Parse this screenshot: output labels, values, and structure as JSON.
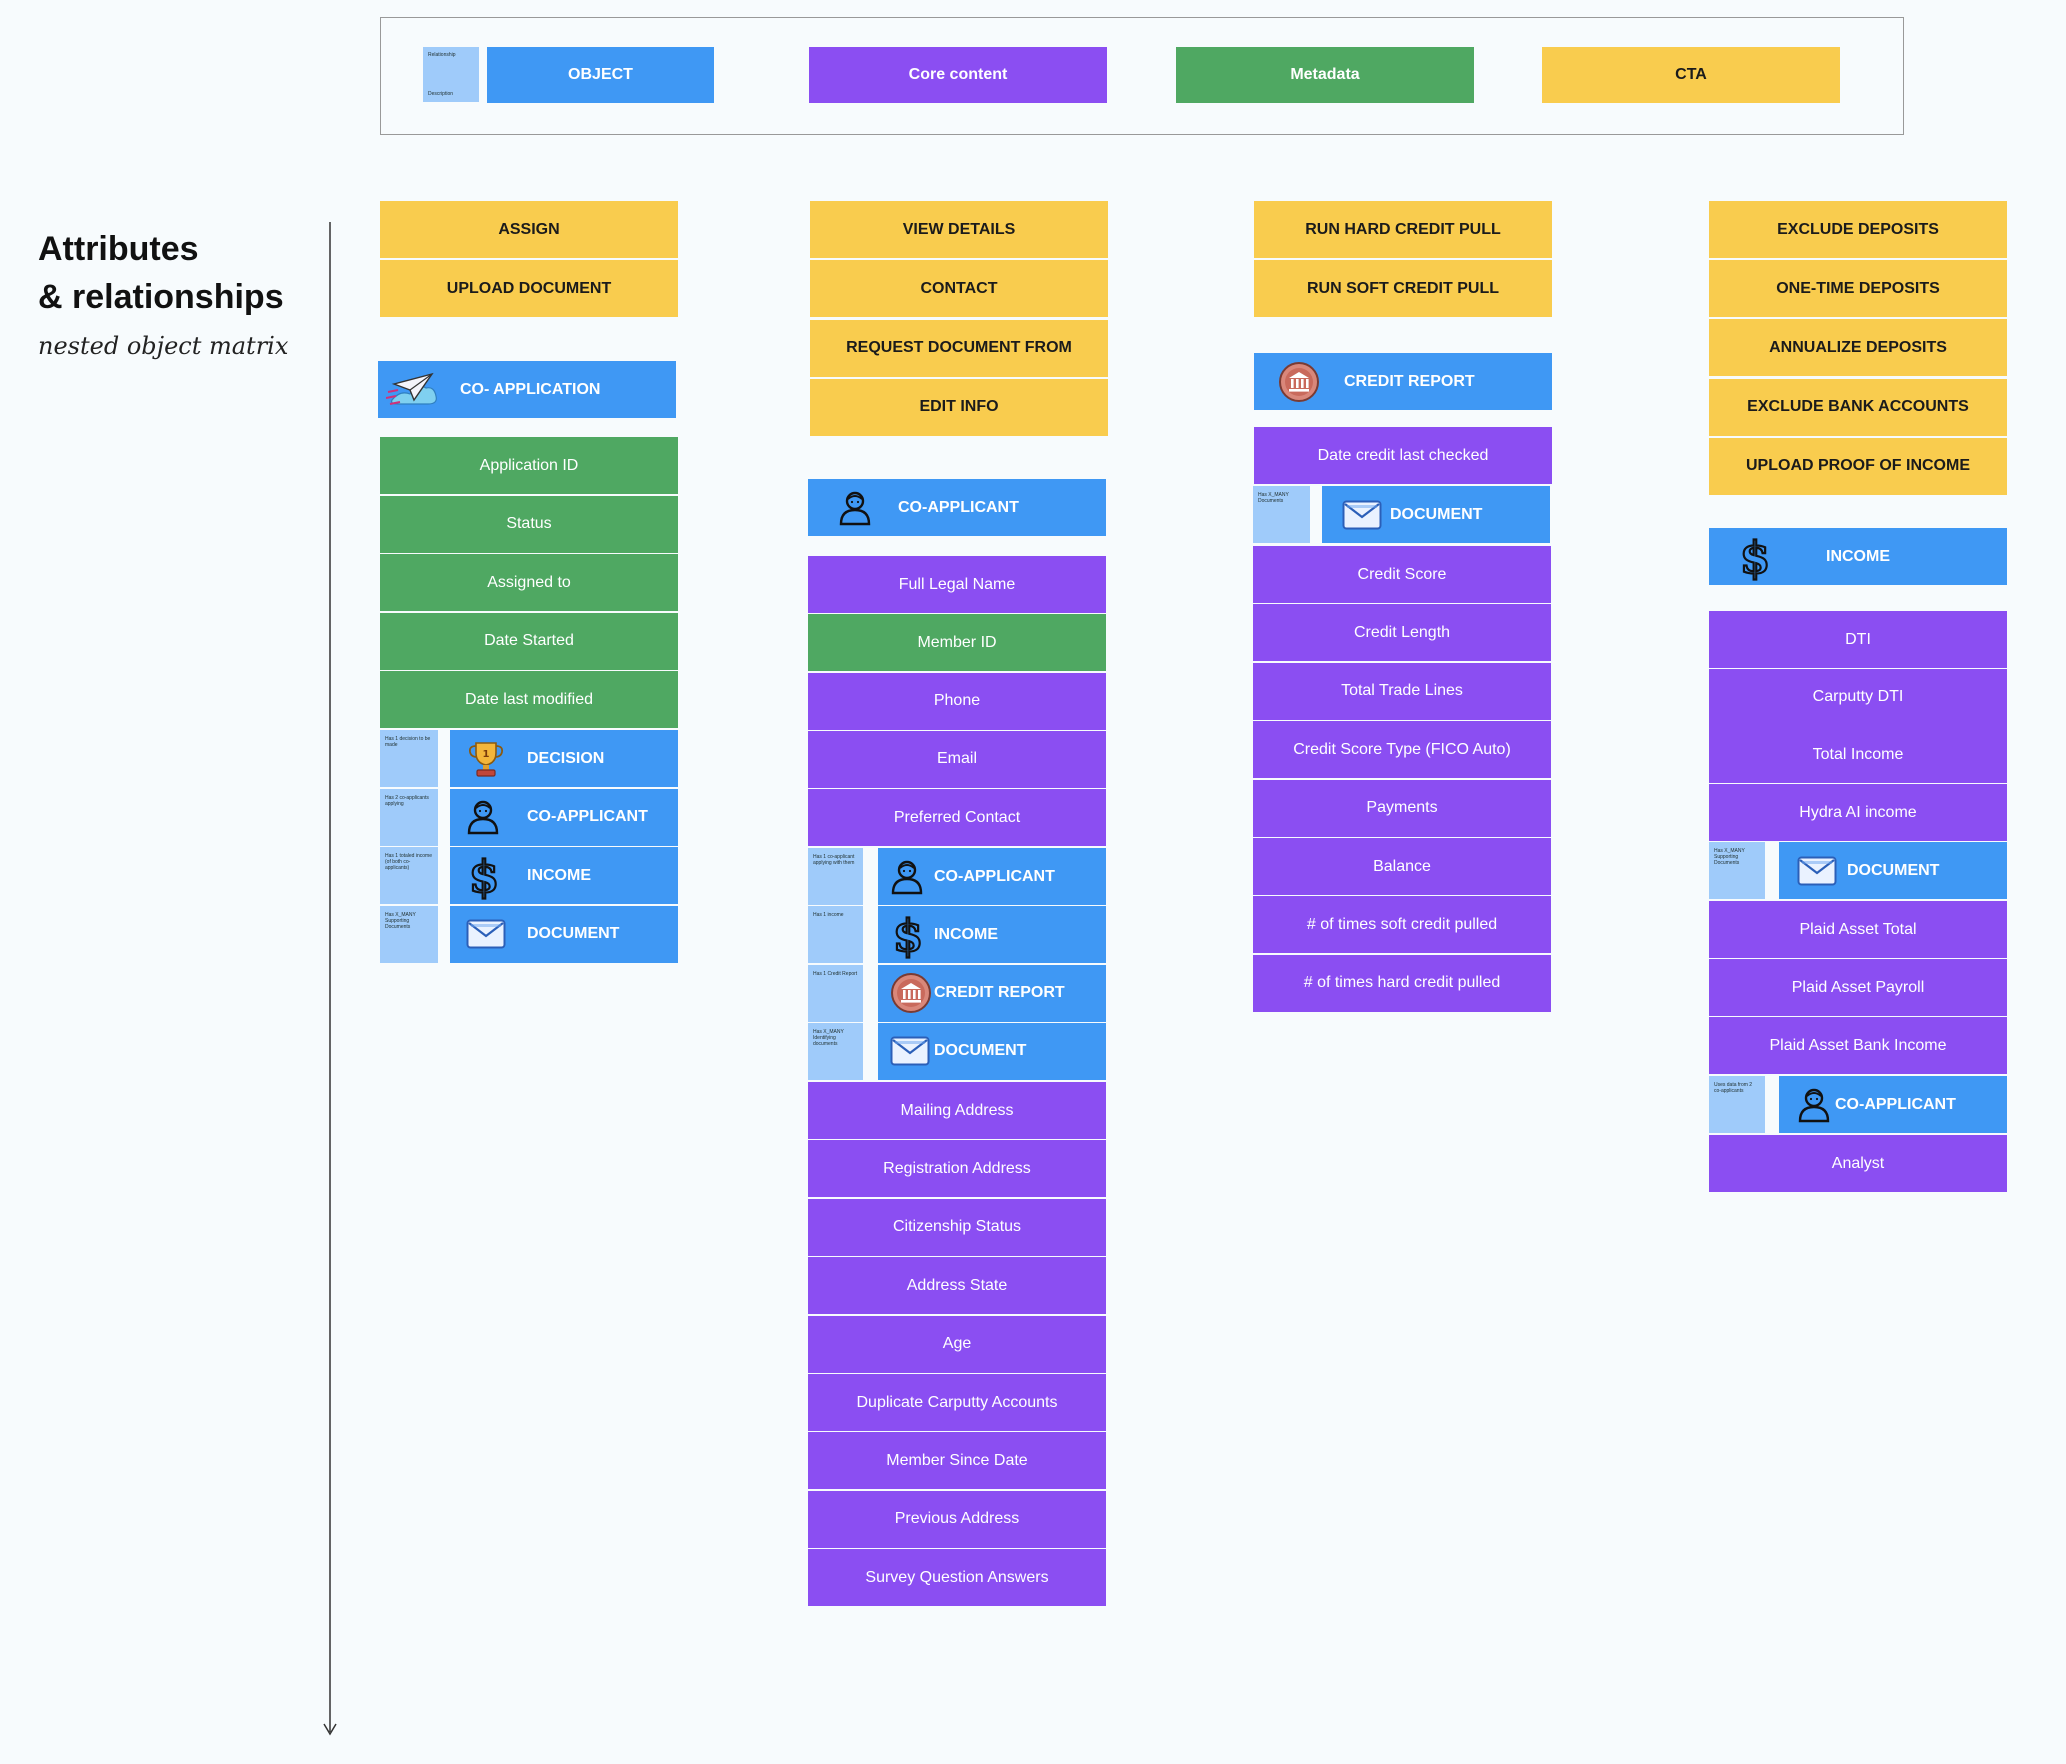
{
  "heading": {
    "line1": "Attributes",
    "line2": "& relationships",
    "subtitle": "nested object matrix"
  },
  "legend": {
    "relationship_label": "Relationship",
    "relationship_sub": "Description",
    "object": "OBJECT",
    "core": "Core content",
    "metadata": "Metadata",
    "cta": "CTA"
  },
  "colors": {
    "cta": "#f9cc4e",
    "object": "#3f98f4",
    "core": "#8b4ef2",
    "metadata": "#4fa862",
    "relationship": "#9fcbfa",
    "background": "#f7fbfd"
  },
  "col1": {
    "ctas": [
      "ASSIGN",
      "UPLOAD DOCUMENT"
    ],
    "object": {
      "label": "CO- APPLICATION",
      "icon": "paper-plane-icon"
    },
    "rows": [
      {
        "type": "meta",
        "label": "Application ID"
      },
      {
        "type": "meta",
        "label": "Status"
      },
      {
        "type": "meta",
        "label": "Assigned to"
      },
      {
        "type": "meta",
        "label": "Date Started"
      },
      {
        "type": "meta",
        "label": "Date last modified"
      }
    ],
    "relations": [
      {
        "note": "Has 1 decision to be made",
        "label": "DECISION",
        "icon": "trophy-icon"
      },
      {
        "note": "Has 2 co-applicants applying",
        "label": "CO-APPLICANT",
        "icon": "person-icon"
      },
      {
        "note": "Has 1 totaled income (of both co-applicants)",
        "label": "INCOME",
        "icon": "dollar-icon"
      },
      {
        "note": "Has X_MANY Supporting Documents",
        "label": "DOCUMENT",
        "icon": "envelope-icon"
      }
    ]
  },
  "col2": {
    "ctas": [
      "VIEW DETAILS",
      "CONTACT",
      "REQUEST DOCUMENT FROM",
      "EDIT INFO"
    ],
    "object": {
      "label": "CO-APPLICANT",
      "icon": "person-icon"
    },
    "rows_top": [
      {
        "type": "core",
        "label": "Full Legal Name"
      },
      {
        "type": "meta",
        "label": "Member ID"
      },
      {
        "type": "core",
        "label": "Phone"
      },
      {
        "type": "core",
        "label": "Email"
      },
      {
        "type": "core",
        "label": "Preferred Contact"
      }
    ],
    "relations": [
      {
        "note": "Has 1 co-applicant applying with them",
        "label": "CO-APPLICANT",
        "icon": "person-icon"
      },
      {
        "note": "Has 1 income",
        "label": "INCOME",
        "icon": "dollar-icon"
      },
      {
        "note": "Has 1 Credit Report",
        "label": "CREDIT REPORT",
        "icon": "bank-icon"
      },
      {
        "note": "Has X_MANY Identifying documents",
        "label": "DOCUMENT",
        "icon": "envelope-icon"
      }
    ],
    "rows_bottom": [
      {
        "type": "core",
        "label": "Mailing Address"
      },
      {
        "type": "core",
        "label": "Registration Address"
      },
      {
        "type": "core",
        "label": "Citizenship Status"
      },
      {
        "type": "core",
        "label": "Address State"
      },
      {
        "type": "core",
        "label": "Age"
      },
      {
        "type": "core",
        "label": "Duplicate Carputty Accounts"
      },
      {
        "type": "core",
        "label": "Member Since Date"
      },
      {
        "type": "core",
        "label": "Previous Address"
      },
      {
        "type": "core",
        "label": "Survey Question Answers"
      }
    ]
  },
  "col3": {
    "ctas": [
      "RUN HARD CREDIT PULL",
      "RUN SOFT CREDIT PULL"
    ],
    "object": {
      "label": "CREDIT REPORT",
      "icon": "bank-icon"
    },
    "rows_top": [
      {
        "type": "core",
        "label": "Date credit last checked"
      }
    ],
    "relations": [
      {
        "note": "Has X_MANY Documents",
        "label": "DOCUMENT",
        "icon": "envelope-icon"
      }
    ],
    "rows_bottom": [
      {
        "type": "core",
        "label": "Credit Score"
      },
      {
        "type": "core",
        "label": "Credit Length"
      },
      {
        "type": "core",
        "label": "Total Trade Lines"
      },
      {
        "type": "core",
        "label": "Credit Score Type (FICO Auto)"
      },
      {
        "type": "core",
        "label": "Payments"
      },
      {
        "type": "core",
        "label": "Balance"
      },
      {
        "type": "core",
        "label": "# of times soft credit pulled"
      },
      {
        "type": "core",
        "label": "# of times hard credit pulled"
      }
    ]
  },
  "col4": {
    "ctas": [
      "EXCLUDE DEPOSITS",
      "ONE-TIME DEPOSITS",
      "ANNUALIZE DEPOSITS",
      "EXCLUDE BANK ACCOUNTS",
      "UPLOAD PROOF OF INCOME"
    ],
    "object": {
      "label": "INCOME",
      "icon": "dollar-icon"
    },
    "rows_a": [
      {
        "type": "core",
        "label": "DTI"
      },
      {
        "type": "core",
        "label": "Carputty DTI"
      },
      {
        "type": "core",
        "label": "Total Income"
      },
      {
        "type": "core",
        "label": "Hydra AI income"
      }
    ],
    "rel_a": {
      "note": "Has X_MANY Supporting Documents",
      "label": "DOCUMENT",
      "icon": "envelope-icon"
    },
    "rows_b": [
      {
        "type": "core",
        "label": "Plaid Asset Total"
      },
      {
        "type": "core",
        "label": "Plaid Asset Payroll"
      },
      {
        "type": "core",
        "label": "Plaid Asset Bank Income"
      }
    ],
    "rel_b": {
      "note": "Uses data from 2 co-applicants",
      "label": "CO-APPLICANT",
      "icon": "person-icon"
    },
    "rows_c": [
      {
        "type": "core",
        "label": "Analyst"
      }
    ]
  }
}
